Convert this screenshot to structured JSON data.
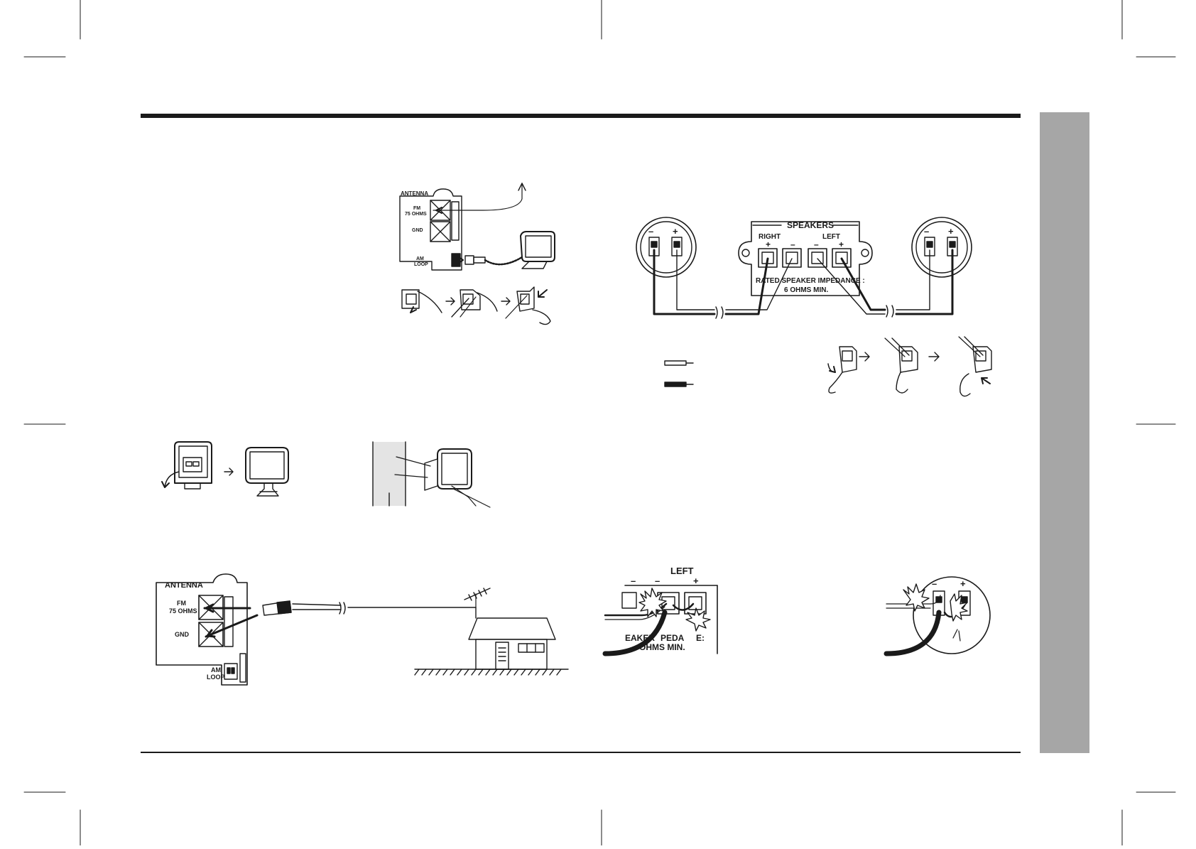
{
  "colors": {
    "ink": "#1a1a1a",
    "side_tab": "#a6a6a6",
    "wall": "#e4e4e4"
  },
  "antenna_panel": {
    "title": "ANTENNA",
    "fm": "FM",
    "ohms": "75 OHMS",
    "gnd": "GND",
    "am": "AM",
    "loop": "LOOP"
  },
  "speaker_panel": {
    "title": "SPEAKERS",
    "right": "RIGHT",
    "left": "LEFT",
    "plus": "+",
    "minus": "–",
    "impedance_1": "RATED SPEAKER IMPEDANCE :",
    "impedance_2": "6 OHMS MIN."
  },
  "detail": {
    "left": "LEFT",
    "frag_1": "EAKER",
    "frag_2": "PEDA",
    "frag_3": "E:",
    "frag_4": "OHMS MIN."
  }
}
